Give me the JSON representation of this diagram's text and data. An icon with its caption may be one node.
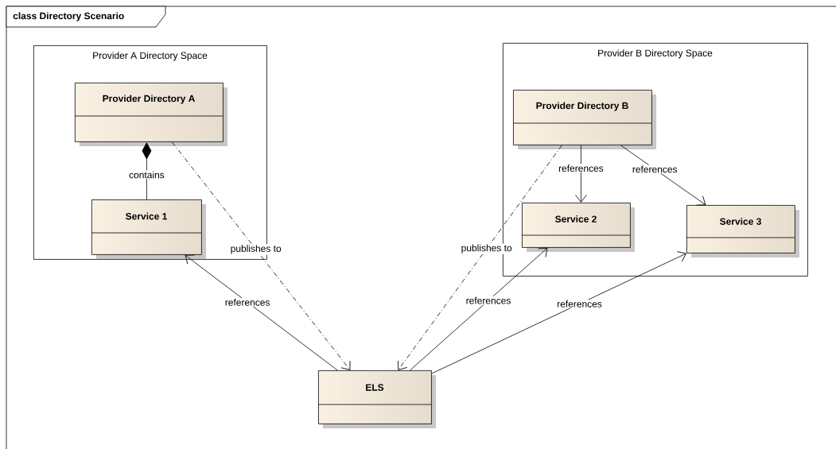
{
  "diagram": {
    "title": "class Directory Scenario",
    "nodes": [
      {
        "text": [
          "Provider A Directory Space"
        ]
      },
      {
        "text": [
          "Provider Directory A"
        ],
        "in": 0
      },
      {
        "text": [
          "Service 1"
        ],
        "in": 0
      },
      {
        "text": [
          "Provider B Directory Space"
        ]
      },
      {
        "text": [
          "Provider Directory B"
        ],
        "in": 3
      },
      {
        "text": [
          "Service 2"
        ],
        "in": 3
      },
      {
        "text": [
          "Service 3"
        ],
        "in": 3
      },
      {
        "text": [
          "ELS"
        ]
      }
    ],
    "edges": [
      {
        "from": 1,
        "to": 2,
        "arrow": "other",
        "label": "contains"
      },
      {
        "from": 1,
        "to": 7,
        "arrow": "to",
        "label": "publishes to",
        "style": "dashed"
      },
      {
        "from": 7,
        "to": 2,
        "arrow": "to",
        "label": "references"
      },
      {
        "from": 4,
        "to": 7,
        "arrow": "to",
        "label": "publishes to",
        "style": "dashed"
      },
      {
        "from": 4,
        "to": 5,
        "arrow": "to",
        "label": "references"
      },
      {
        "from": 4,
        "to": 6,
        "arrow": "to",
        "label": "references"
      },
      {
        "from": 7,
        "to": 5,
        "arrow": "to",
        "label": "references"
      },
      {
        "from": 7,
        "to": 6,
        "arrow": "to",
        "label": "references"
      }
    ]
  }
}
